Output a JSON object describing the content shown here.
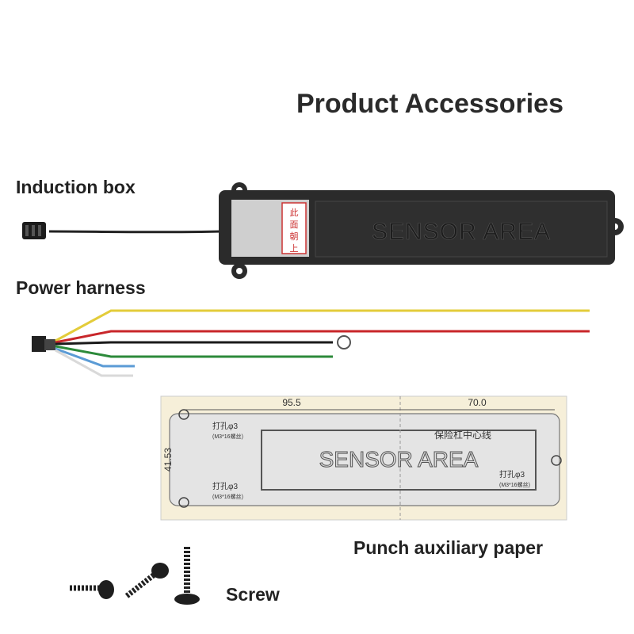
{
  "title": "Product Accessories",
  "labels": {
    "induction_box": "Induction box",
    "power_harness": "Power harness",
    "punch_paper": "Punch auxiliary paper",
    "screw": "Screw"
  },
  "box": {
    "sensor_text": "SENSOR AREA",
    "sticker_text": [
      "此",
      "面",
      "朝",
      "上"
    ]
  },
  "paper": {
    "dim_left": "95.5",
    "dim_right": "70.0",
    "dim_height": "41.53",
    "hole_label": "打孔φ3",
    "hole_sub": "(M3*16螺丝)",
    "center_label": "保险杠中心线",
    "sensor_text": "SENSOR AREA"
  },
  "colors": {
    "wire_yellow": "#e3cc3a",
    "wire_red": "#c8262a",
    "wire_black": "#1a1a1a",
    "wire_green": "#2c8a3a",
    "wire_blue": "#5b9bd5",
    "wire_white": "#d9d9d9",
    "paper_bg": "#f6efd9",
    "box_body": "#2b2b2b"
  }
}
